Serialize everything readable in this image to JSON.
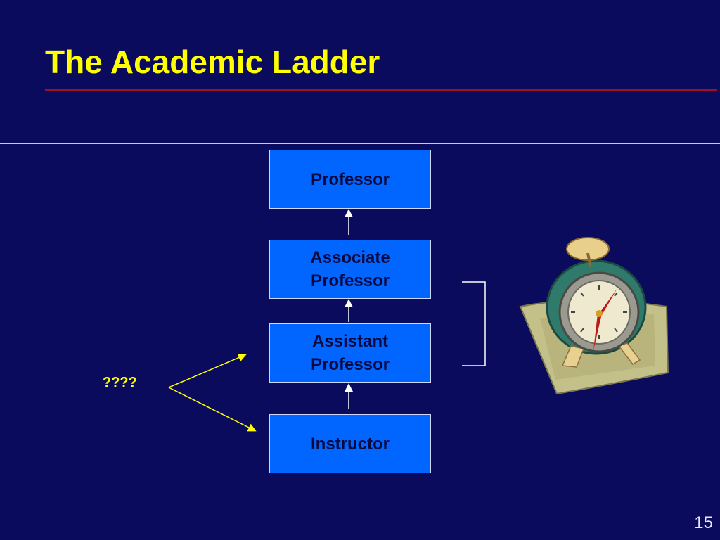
{
  "slide": {
    "title": "The Academic Ladder",
    "page_number": "15"
  },
  "ladder": {
    "professor": "Professor",
    "associate_line1": "Associate",
    "associate_line2": "Professor",
    "assistant_line1": "Assistant",
    "assistant_line2": "Professor",
    "instructor": "Instructor"
  },
  "annotation": {
    "question": "????"
  },
  "clipart": {
    "icon": "alarm-clock-icon"
  },
  "colors": {
    "background": "#0b0b5e",
    "title": "#ffff00",
    "box_fill": "#0066ff",
    "rule": "#a01020"
  }
}
